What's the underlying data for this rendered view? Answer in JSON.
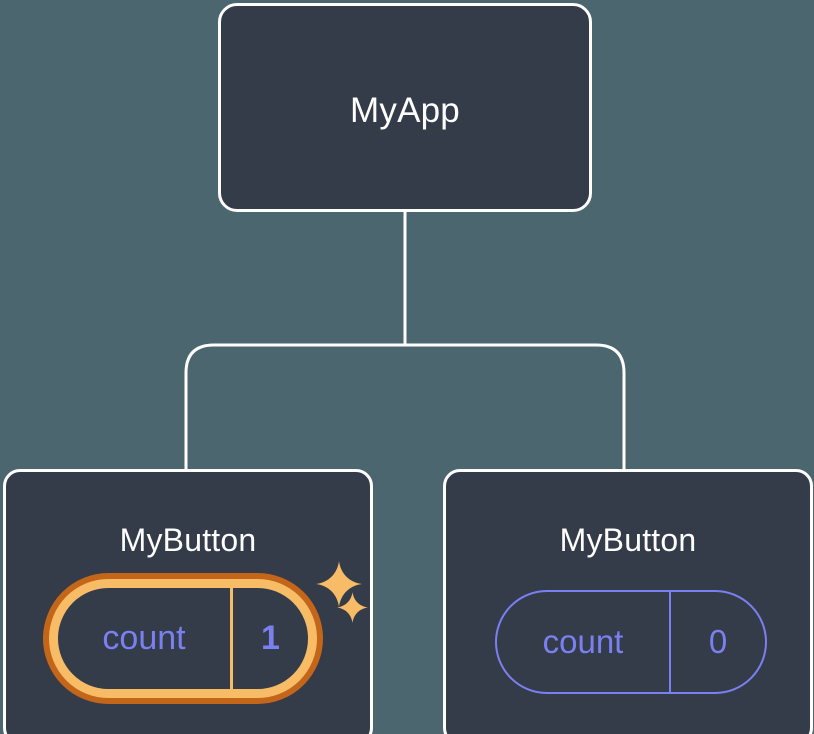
{
  "diagram": {
    "title_root": "MyApp",
    "background_color": "#4c6670",
    "card_fill_color": "#343b49",
    "card_border_color": "#ffffff",
    "accent_purple": "#7b80f0",
    "accent_amber": "#f8bc66",
    "accent_orange_dark": "#c4661a"
  },
  "root_node": {
    "label": "MyApp"
  },
  "children": [
    {
      "label": "MyButton",
      "state": {
        "key": "count",
        "value": "1",
        "highlighted": true
      },
      "sparkles": [
        {
          "name": "sparkle-large"
        },
        {
          "name": "sparkle-small"
        }
      ]
    },
    {
      "label": "MyButton",
      "state": {
        "key": "count",
        "value": "0",
        "highlighted": false
      }
    }
  ]
}
